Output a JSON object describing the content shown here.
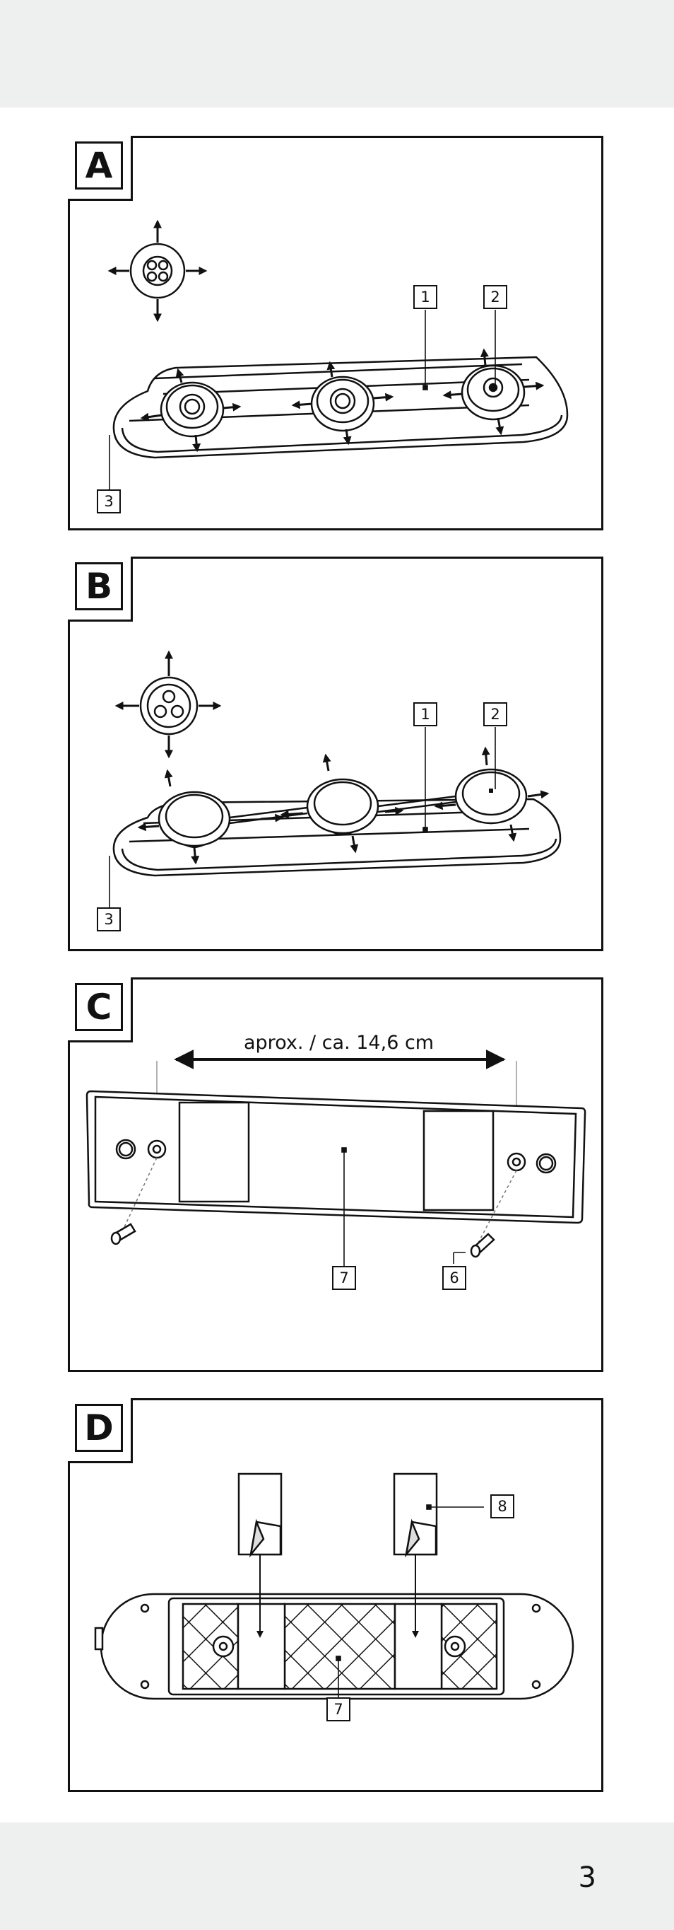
{
  "page": {
    "number": "3"
  },
  "panels": {
    "A": {
      "letter": "A",
      "callouts": [
        "1",
        "2",
        "3"
      ]
    },
    "B": {
      "letter": "B",
      "callouts": [
        "1",
        "2",
        "3"
      ]
    },
    "C": {
      "letter": "C",
      "dimension": "aprox. / ca. 14,6 cm",
      "callouts": [
        "7",
        "6"
      ]
    },
    "D": {
      "letter": "D",
      "callouts": [
        "8",
        "7"
      ]
    }
  }
}
